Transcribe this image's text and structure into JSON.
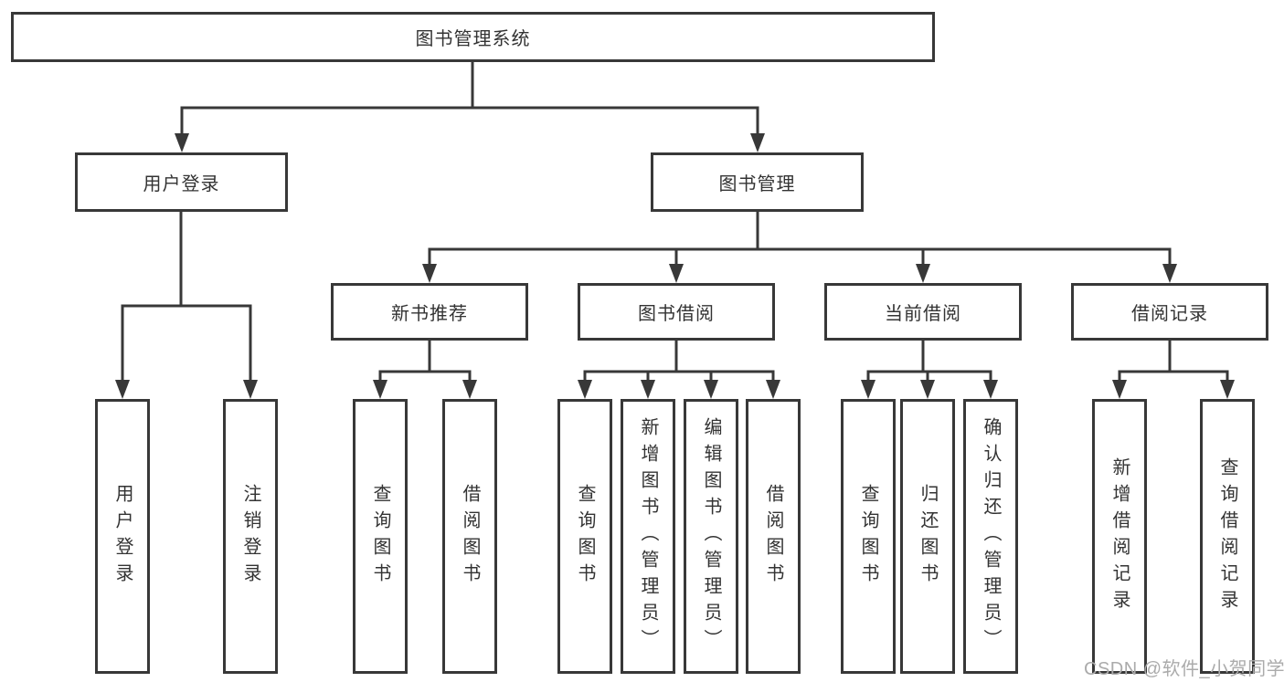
{
  "title": "图书管理系统",
  "watermark": "CSDN @软件_小贺同学",
  "colors": {
    "background": "#ffffff",
    "line": "#383838",
    "box_border": "#383838",
    "text": "#333333",
    "watermark_text": "#ababab"
  },
  "tree": {
    "label": "图书管理系统",
    "children": [
      {
        "label": "用户登录",
        "children": [
          {
            "label": "用户登录"
          },
          {
            "label": "注销登录"
          }
        ]
      },
      {
        "label": "图书管理",
        "children": [
          {
            "label": "新书推荐",
            "children": [
              {
                "label": "查询图书"
              },
              {
                "label": "借阅图书"
              }
            ]
          },
          {
            "label": "图书借阅",
            "children": [
              {
                "label": "查询图书"
              },
              {
                "label": "新增图书（管理员）"
              },
              {
                "label": "编辑图书（管理员）"
              },
              {
                "label": "借阅图书"
              }
            ]
          },
          {
            "label": "当前借阅",
            "children": [
              {
                "label": "查询图书"
              },
              {
                "label": "归还图书"
              },
              {
                "label": "确认归还（管理员）"
              }
            ]
          },
          {
            "label": "借阅记录",
            "children": [
              {
                "label": "新增借阅记录"
              },
              {
                "label": "查询借阅记录"
              }
            ]
          }
        ]
      }
    ]
  }
}
